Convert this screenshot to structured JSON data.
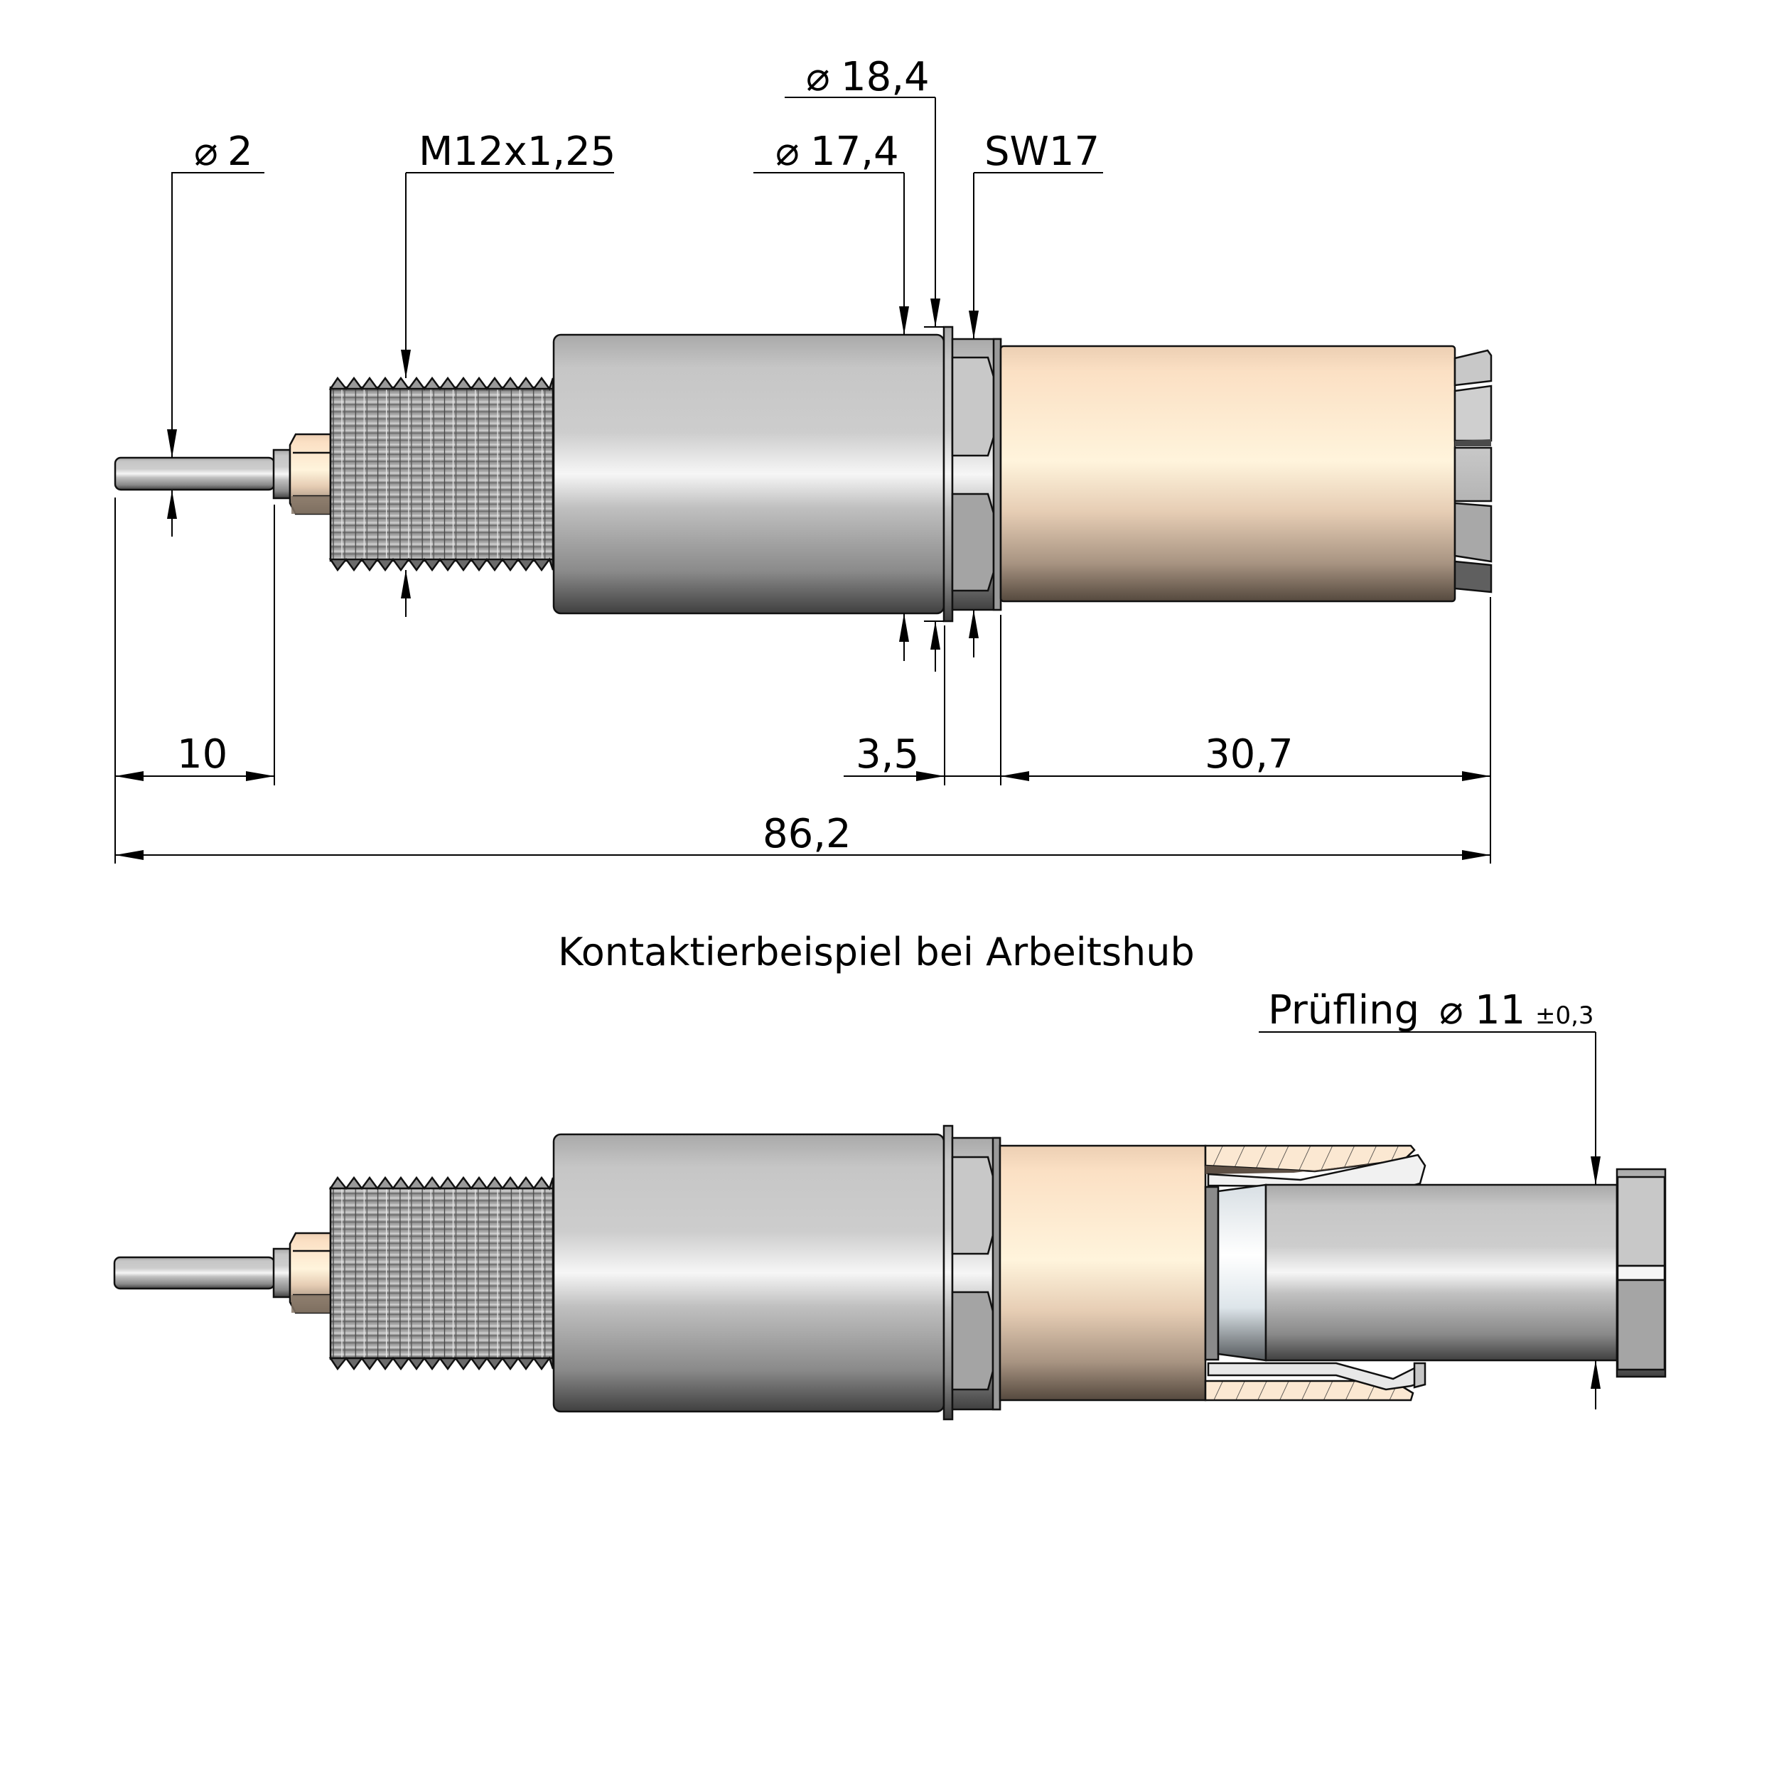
{
  "drawing": {
    "title": "Kontaktierbeispiel bei Arbeitshub",
    "colors": {
      "steel": "#c8c8c8",
      "steel_light": "#f4f4f4",
      "steel_dark": "#4a4a4a",
      "brass_light": "#fff4dc",
      "brass": "#fbe0c4",
      "brass_dark": "#5a4c40",
      "line": "#000000"
    }
  },
  "top_view": {
    "labels": {
      "pin_diameter": {
        "symbol": "⌀",
        "value": "2"
      },
      "thread": {
        "value": "M12x1,25"
      },
      "body_diameter": {
        "symbol": "⌀",
        "value": "17,4"
      },
      "flange_diameter": {
        "symbol": "⌀",
        "value": "18,4"
      },
      "wrench_size": {
        "value": "SW17"
      }
    },
    "dimensions": {
      "pin_length": "10",
      "flange_to_hex": "3,5",
      "sleeve_length": "30,7",
      "overall_length": "86,2"
    }
  },
  "bottom_view": {
    "caption": "Kontaktierbeispiel bei Arbeitshub",
    "test_part": {
      "label": "Prüfling",
      "symbol": "⌀",
      "diameter": "11",
      "tolerance": "±0,3"
    }
  }
}
